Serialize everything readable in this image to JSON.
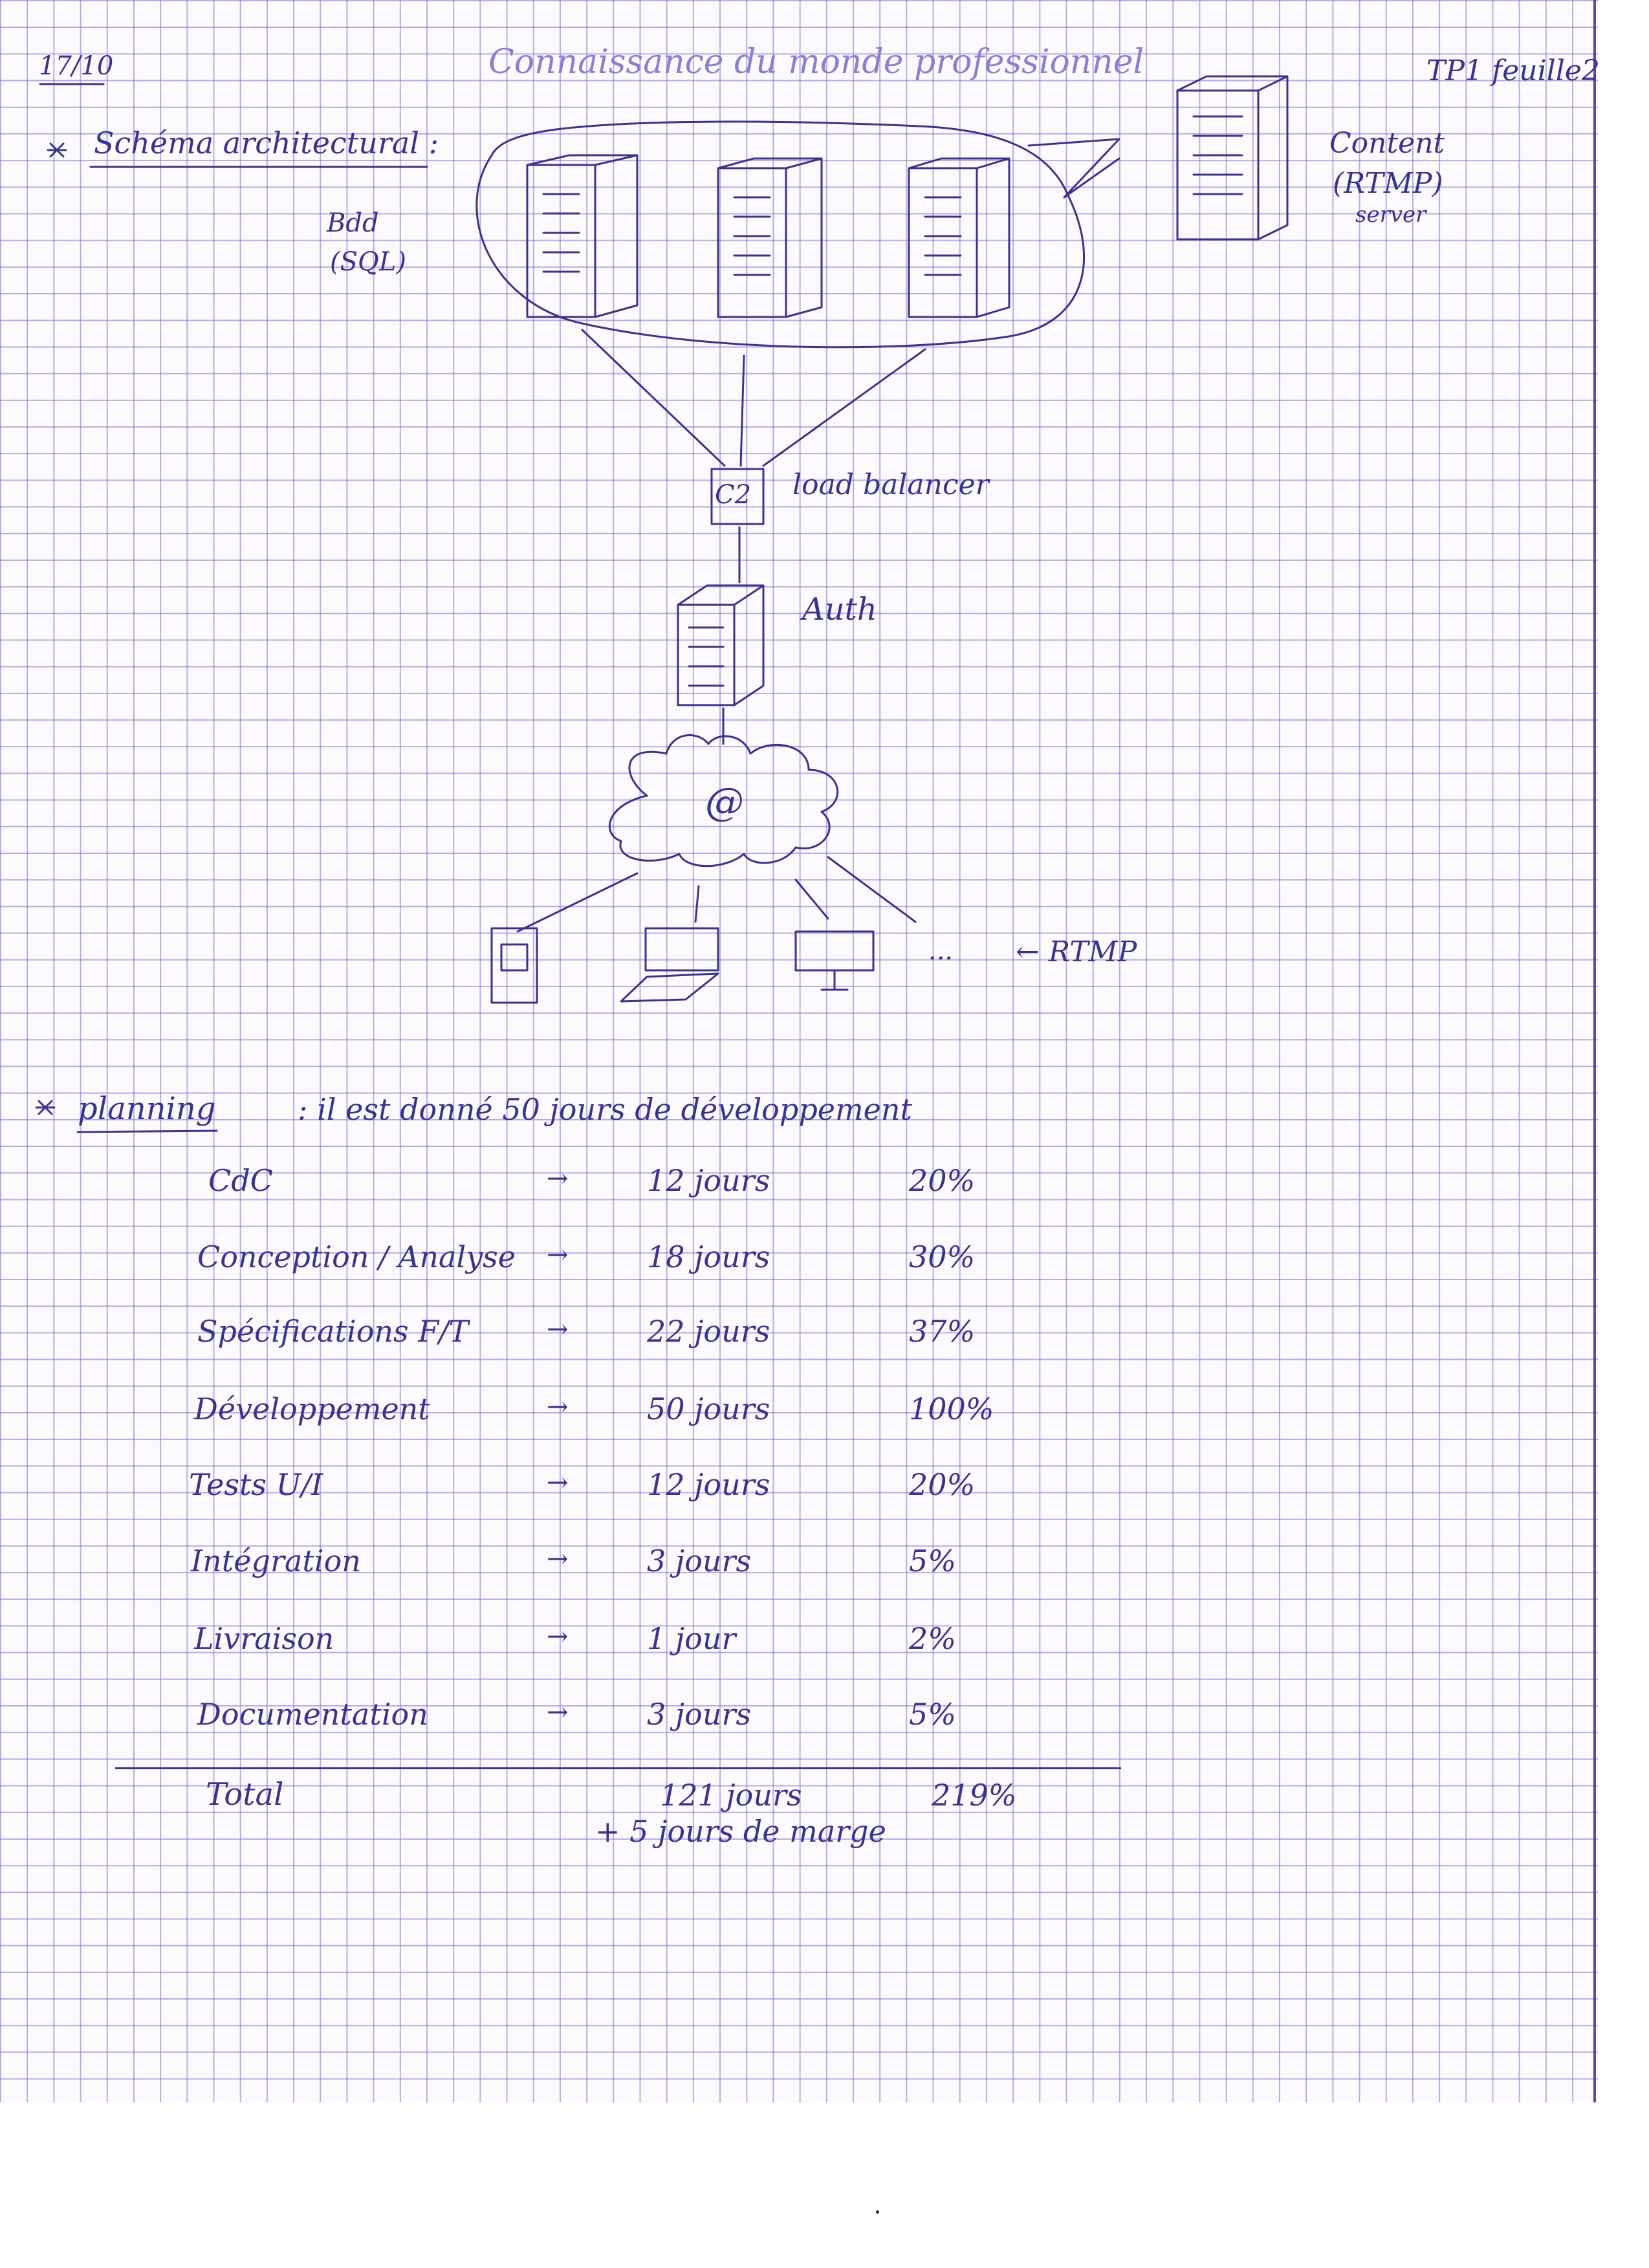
{
  "header": {
    "date": "17/10",
    "title": "Connaissance du monde professionnel",
    "tp": "TP1 feuille2"
  },
  "schema": {
    "label": "Schéma architectural :",
    "db": [
      "Bdd",
      "(SQL)"
    ],
    "content": [
      "Content",
      "(RTMP)",
      "server"
    ],
    "lb_glyph": "C2",
    "lb": "load balancer",
    "auth": "Auth",
    "cloud": "@",
    "dots": "...",
    "rtmp": "← RTMP"
  },
  "planning": {
    "label": "planning",
    "intro": ": il est donné 50 jours de développement",
    "arrow": "→",
    "rows": [
      {
        "task": "CdC",
        "days": "12 jours",
        "pct": "20%"
      },
      {
        "task": "Conception / Analyse",
        "days": "18 jours",
        "pct": "30%"
      },
      {
        "task": "Spécifications F/T",
        "days": "22 jours",
        "pct": "37%"
      },
      {
        "task": "Développement",
        "days": "50 jours",
        "pct": "100%"
      },
      {
        "task": "Tests U/I",
        "days": "12 jours",
        "pct": "20%"
      },
      {
        "task": "Intégration",
        "days": "3 jours",
        "pct": "5%"
      },
      {
        "task": "Livraison",
        "days": "1 jour",
        "pct": "2%"
      },
      {
        "task": "Documentation",
        "days": "3 jours",
        "pct": "5%"
      }
    ],
    "total_label": "Total",
    "total_days": "121 jours",
    "total_pct": "219%",
    "margin": "+ 5 jours de marge"
  }
}
